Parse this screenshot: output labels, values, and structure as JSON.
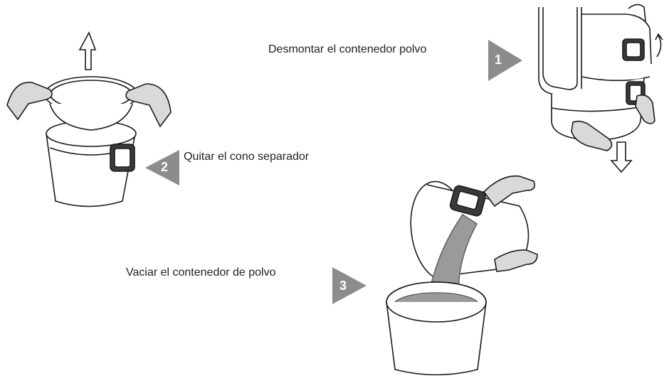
{
  "steps": [
    {
      "number": "1",
      "label": "Desmontar el contenedor polvo"
    },
    {
      "number": "2",
      "label": "Quitar el cono separador"
    },
    {
      "number": "3",
      "label": "Vaciar el contenedor de polvo"
    }
  ],
  "colors": {
    "badge": "#8c8c8c",
    "line": "#1a1a1a",
    "glove": "#d9d9d9",
    "dust": "#9a9a9a",
    "handle": "#3a3a3a"
  },
  "icons": [
    "up-arrow-icon",
    "down-arrow-icon",
    "rotate-arrow-icon",
    "glove-hand-icon"
  ]
}
